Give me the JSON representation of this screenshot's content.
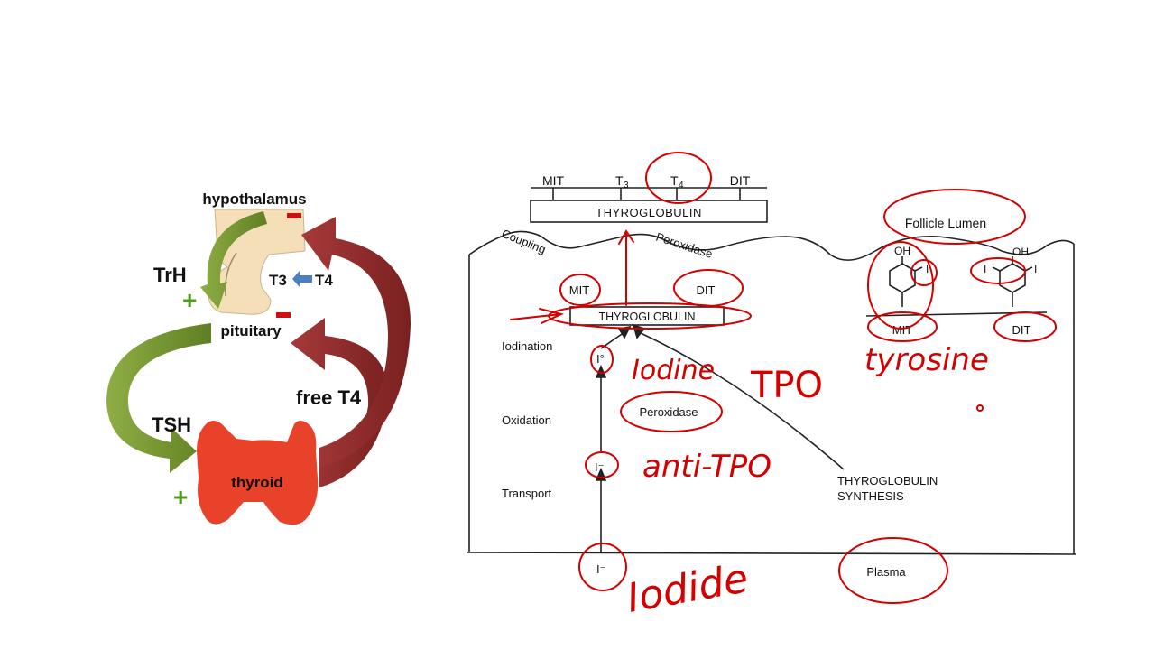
{
  "axis": {
    "hypothalamus": "hypothalamus",
    "pituitary": "pituitary",
    "thyroid": "thyroid",
    "trh": "TrH",
    "tsh": "TSH",
    "free_t4": "free T4",
    "t3": "T3",
    "t4": "T4",
    "plus": "+",
    "minus": "−"
  },
  "cell": {
    "top_tags": {
      "mit": "MIT",
      "t3": "T",
      "t3_sub": "3",
      "t4": "T",
      "t4_sub": "4",
      "dit": "DIT"
    },
    "thyroglobulin_top": "THYROGLOBULIN",
    "coupling": "Coupling",
    "peroxidase_label": "Peroxidase",
    "mit": "MIT",
    "dit": "DIT",
    "thyroglobulin_inner": "THYROGLOBULIN",
    "iodination": "Iodination",
    "oxidation": "Oxidation",
    "transport": "Transport",
    "iodine_atom": "I°",
    "iodide_ion": "I⁻",
    "iodide_plasma": "I⁻",
    "peroxidase_box": "Peroxidase",
    "synthesis_line1": "THYROGLOBULIN",
    "synthesis_line2": "SYNTHESIS",
    "follicle_lumen": "Follicle Lumen",
    "plasma": "Plasma",
    "oh": "OH",
    "iodine_sub": "I",
    "mit_struct": "MIT",
    "dit_struct": "DIT"
  },
  "annotations": {
    "iodine": "Iodine",
    "tpo": "TPO",
    "tyrosine": "tyrosine",
    "anti_tpo": "anti-TPO",
    "iodide": "Iodide"
  },
  "colors": {
    "green_arrow": "#6f8f2e",
    "red_arrow": "#8b2a2a",
    "thyroid": "#e8432a",
    "gland": "#f5dfb8",
    "ink": "#d40000",
    "plus": "#4f9a1b",
    "minus": "#cc1010",
    "blue_arrow": "#4a7fc1"
  }
}
